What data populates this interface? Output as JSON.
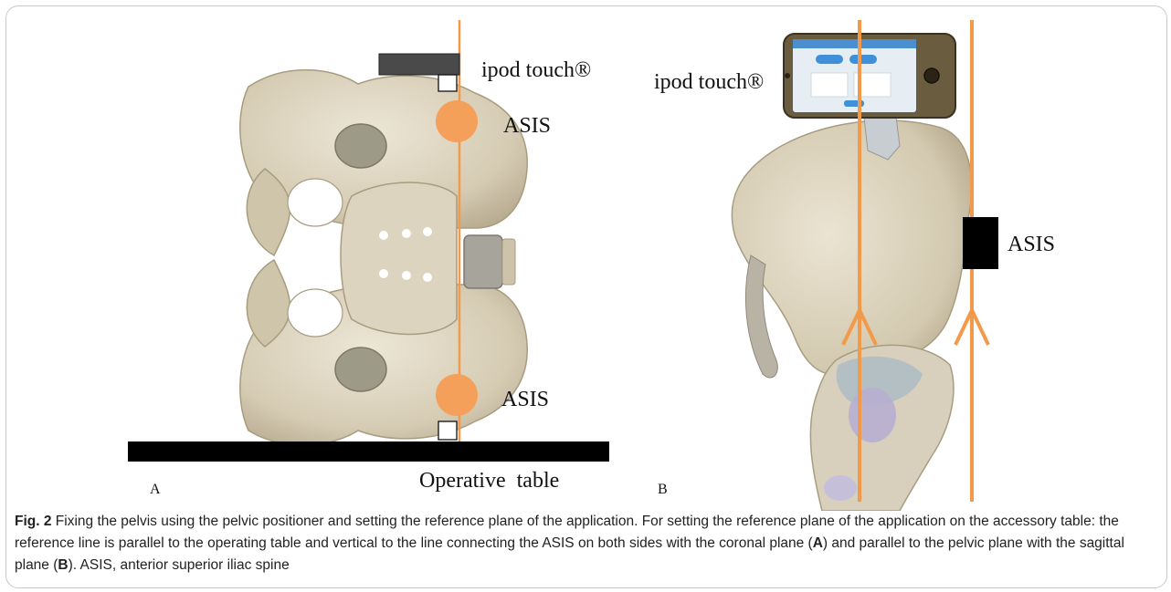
{
  "figure": {
    "panel_a": {
      "letter": "A",
      "device_label": "ipod touch®",
      "asis_top_label": "ASIS",
      "asis_bottom_label": "ASIS",
      "table_label": "Operative  table"
    },
    "panel_b": {
      "letter": "B",
      "device_label": "ipod touch®",
      "asis_label": "ASIS"
    },
    "colors": {
      "reference_line": "#f2994a",
      "marker": "#f5a05a",
      "bone": "#d9d0bb",
      "table": "#000000",
      "device_bar": "#4a4a4a"
    }
  },
  "caption": {
    "label": "Fig. 2",
    "text_1": "  Fixing the pelvis using the pelvic positioner and setting the reference plane of the application. For setting the reference plane of the application on the accessory table: the reference line is parallel to the operating table and vertical to the line connecting the ASIS on both sides with the coronal plane (",
    "bold_a": "A",
    "text_2": ") and parallel to the pelvic plane with the sagittal plane (",
    "bold_b": "B",
    "text_3": "). ASIS, anterior superior iliac spine"
  }
}
